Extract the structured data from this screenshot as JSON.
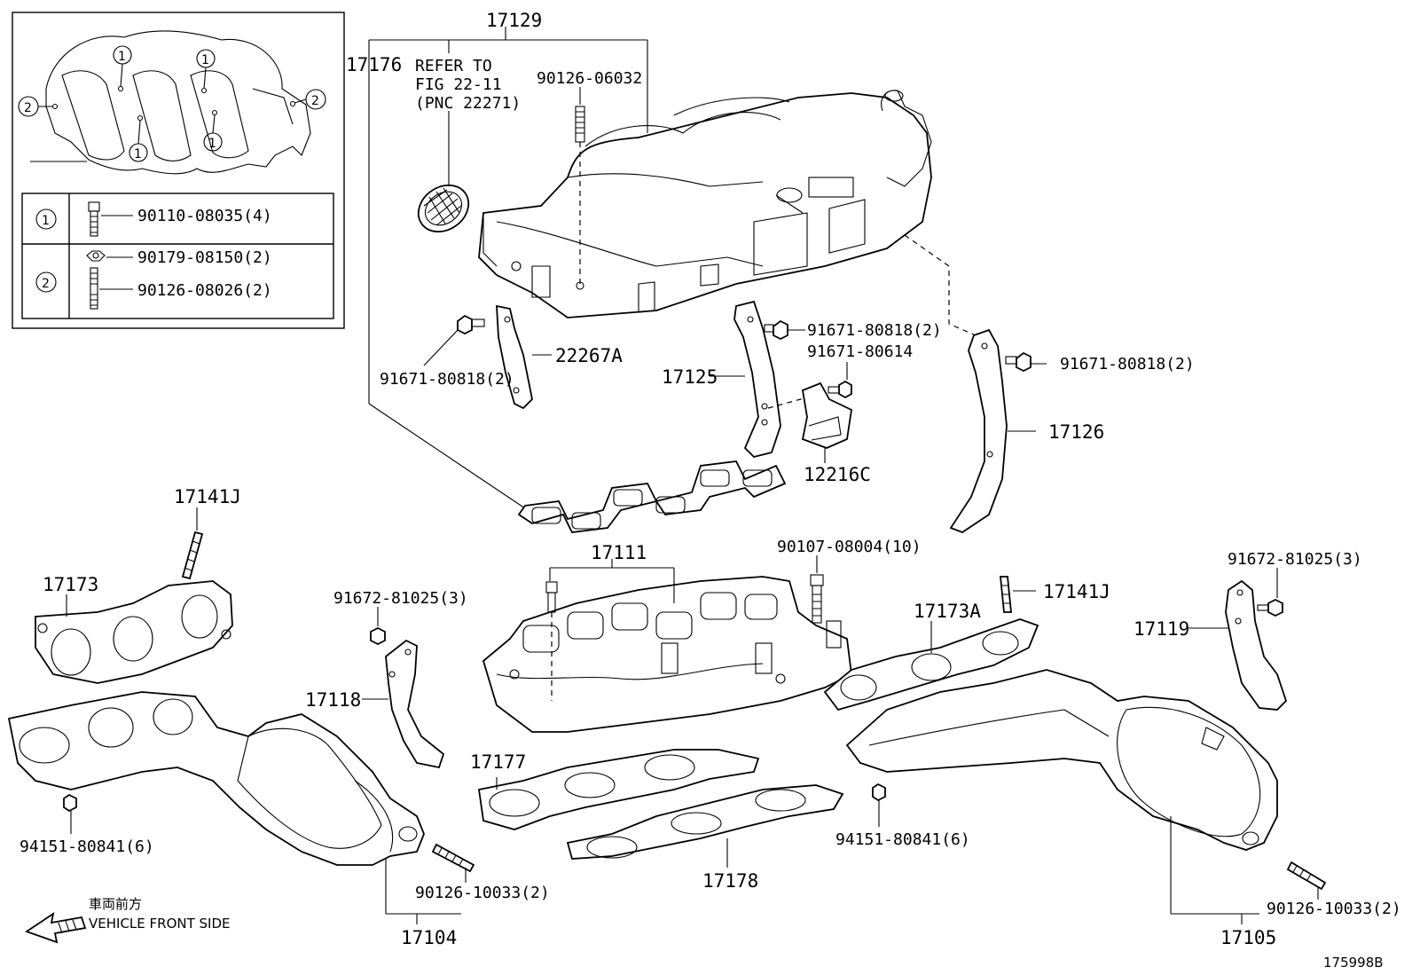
{
  "figure_id": "175998B",
  "direction": {
    "japanese": "車両前方",
    "english": "VEHICLE FRONT SIDE"
  },
  "note": {
    "line1": "REFER TO",
    "line2": "FIG 22-11",
    "line3": "(PNC 22271)"
  },
  "legend": [
    {
      "key": "1",
      "parts": [
        "90110-08035(4)"
      ]
    },
    {
      "key": "2",
      "parts": [
        "90179-08150(2)",
        "90126-08026(2)"
      ]
    }
  ],
  "callout_marker_1": "1",
  "callout_marker_2": "2",
  "labels": {
    "p17129": "17129",
    "p17176": "17176",
    "p90126_06032": "90126-06032",
    "p22267A": "22267A",
    "p91671_80818_a": "91671-80818(2)",
    "p91671_80818_b": "91671-80818(2)",
    "p91671_80818_c": "91671-80818(2)",
    "p91671_80614": "91671-80614",
    "p17125": "17125",
    "p12216C": "12216C",
    "p17126": "17126",
    "p17141J_a": "17141J",
    "p17173": "17173",
    "p17111": "17111",
    "p90107_08004": "90107-08004(10)",
    "p91672_81025_a": "91672-81025(3)",
    "p91672_81025_b": "91672-81025(3)",
    "p17141J_b": "17141J",
    "p17173A": "17173A",
    "p17119": "17119",
    "p17118": "17118",
    "p17177": "17177",
    "p94151_80841_a": "94151-80841(6)",
    "p94151_80841_b": "94151-80841(6)",
    "p90126_10033_a": "90126-10033(2)",
    "p90126_10033_b": "90126-10033(2)",
    "p17178": "17178",
    "p17104": "17104",
    "p17105": "17105"
  }
}
